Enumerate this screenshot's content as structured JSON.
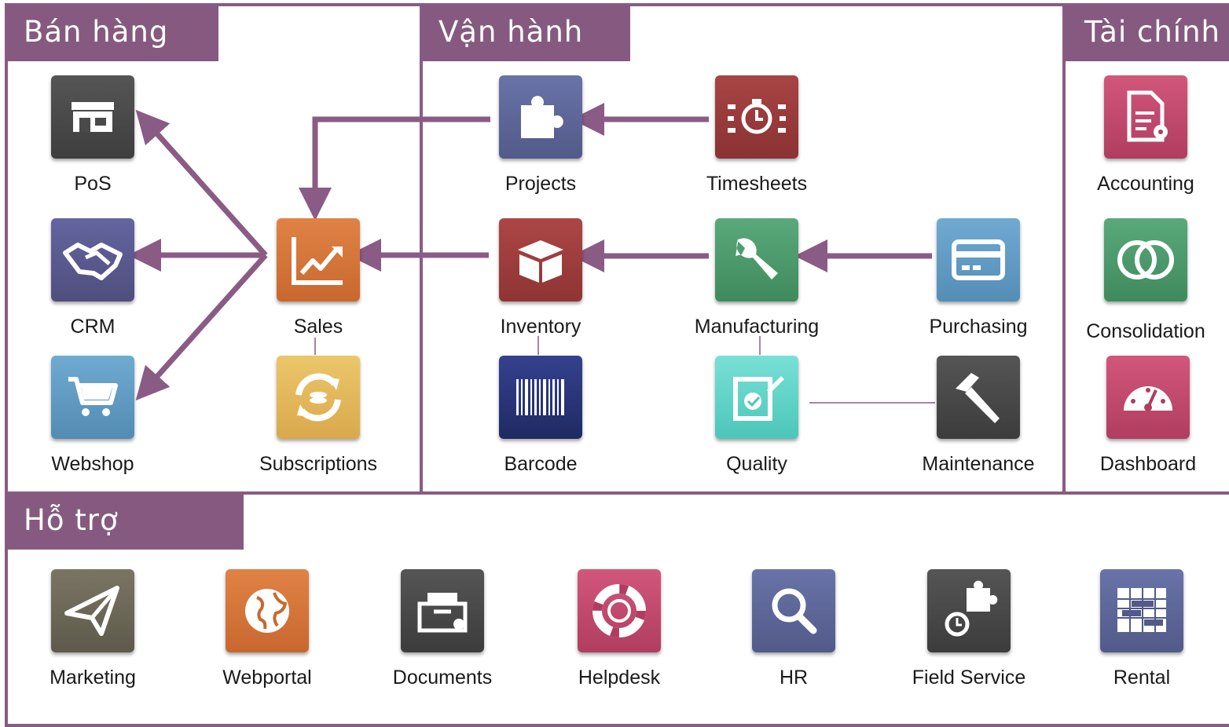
{
  "sections": {
    "sales": "Bán hàng",
    "operations": "Vận hành",
    "finance": "Tài chính",
    "support": "Hỗ trợ"
  },
  "apps": {
    "pos": {
      "label": "PoS",
      "icon": "store-icon",
      "color": "#4a4a4a"
    },
    "crm": {
      "label": "CRM",
      "icon": "handshake-icon",
      "color": "#5b5a86"
    },
    "webshop": {
      "label": "Webshop",
      "icon": "shopping-cart-icon",
      "color": "#5f9cc2"
    },
    "sales": {
      "label": "Sales",
      "icon": "trend-chart-icon",
      "color": "#d6773b"
    },
    "subscriptions": {
      "label": "Subscriptions",
      "icon": "recurring-icon",
      "color": "#e6bc5c"
    },
    "projects": {
      "label": "Projects",
      "icon": "puzzle-icon",
      "color": "#5c6595"
    },
    "timesheets": {
      "label": "Timesheets",
      "icon": "stopwatch-icon",
      "color": "#993a3a"
    },
    "inventory": {
      "label": "Inventory",
      "icon": "box-icon",
      "color": "#9e3c3c"
    },
    "manufacturing": {
      "label": "Manufacturing",
      "icon": "wrench-icon",
      "color": "#4e9a6d"
    },
    "purchasing": {
      "label": "Purchasing",
      "icon": "credit-card-icon",
      "color": "#5f9cc2"
    },
    "barcode": {
      "label": "Barcode",
      "icon": "barcode-icon",
      "color": "#2e3a80"
    },
    "quality": {
      "label": "Quality",
      "icon": "quality-check-icon",
      "color": "#62d2c8"
    },
    "maintenance": {
      "label": "Maintenance",
      "icon": "hammer-icon",
      "color": "#4a4a4a"
    },
    "accounting": {
      "label": "Accounting",
      "icon": "document-gear-icon",
      "color": "#c4486d"
    },
    "consolidation": {
      "label": "Consolidation",
      "icon": "overlap-circles-icon",
      "color": "#4e9a6d"
    },
    "dashboard": {
      "label": "Dashboard",
      "icon": "gauge-icon",
      "color": "#c4486d"
    },
    "marketing": {
      "label": "Marketing",
      "icon": "paper-plane-icon",
      "color": "#6e6a5a"
    },
    "webportal": {
      "label": "Webportal",
      "icon": "globe-icon",
      "color": "#d6773b"
    },
    "documents": {
      "label": "Documents",
      "icon": "file-tray-icon",
      "color": "#4a4a4a"
    },
    "helpdesk": {
      "label": "Helpdesk",
      "icon": "lifebuoy-icon",
      "color": "#c4486d"
    },
    "hr": {
      "label": "HR",
      "icon": "magnifier-icon",
      "color": "#5c6595"
    },
    "field_service": {
      "label": "Field Service",
      "icon": "puzzle-stopwatch-icon",
      "color": "#4a4a4a"
    },
    "rental": {
      "label": "Rental",
      "icon": "schedule-grid-icon",
      "color": "#5c6595"
    }
  },
  "colors": {
    "accent": "#865a80",
    "arrow": "#8a5b85"
  }
}
